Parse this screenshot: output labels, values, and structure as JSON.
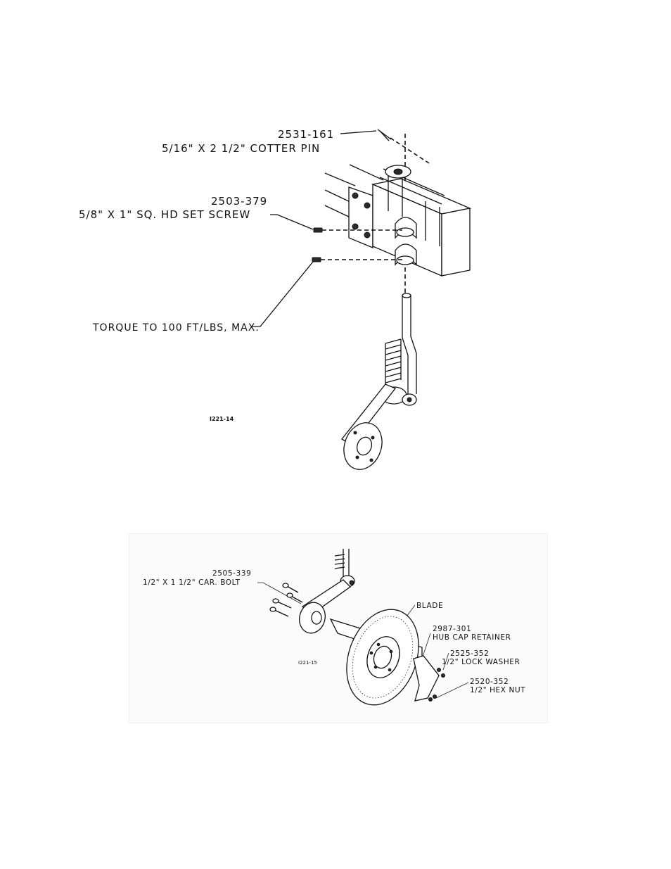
{
  "figure_top": {
    "id_label": "I221-14",
    "callouts": [
      {
        "part_no": "2531-161",
        "desc": "5/16\" X 2 1/2\" COTTER PIN"
      },
      {
        "part_no": "2503-379",
        "desc": "5/8\" X 1\" SQ. HD SET SCREW"
      },
      {
        "part_no": "",
        "desc": "TORQUE TO 100 FT/LBS, MAX."
      }
    ]
  },
  "figure_bottom": {
    "id_label": "I221-15",
    "callouts": [
      {
        "part_no": "2505-339",
        "desc": "1/2\" X 1 1/2\" CAR. BOLT"
      },
      {
        "part_no": "",
        "desc": "BLADE"
      },
      {
        "part_no": "2987-301",
        "desc": "HUB CAP RETAINER"
      },
      {
        "part_no": "2525-352",
        "desc": "1/2\" LOCK WASHER"
      },
      {
        "part_no": "2520-352",
        "desc": "1/2\" HEX NUT"
      }
    ]
  }
}
